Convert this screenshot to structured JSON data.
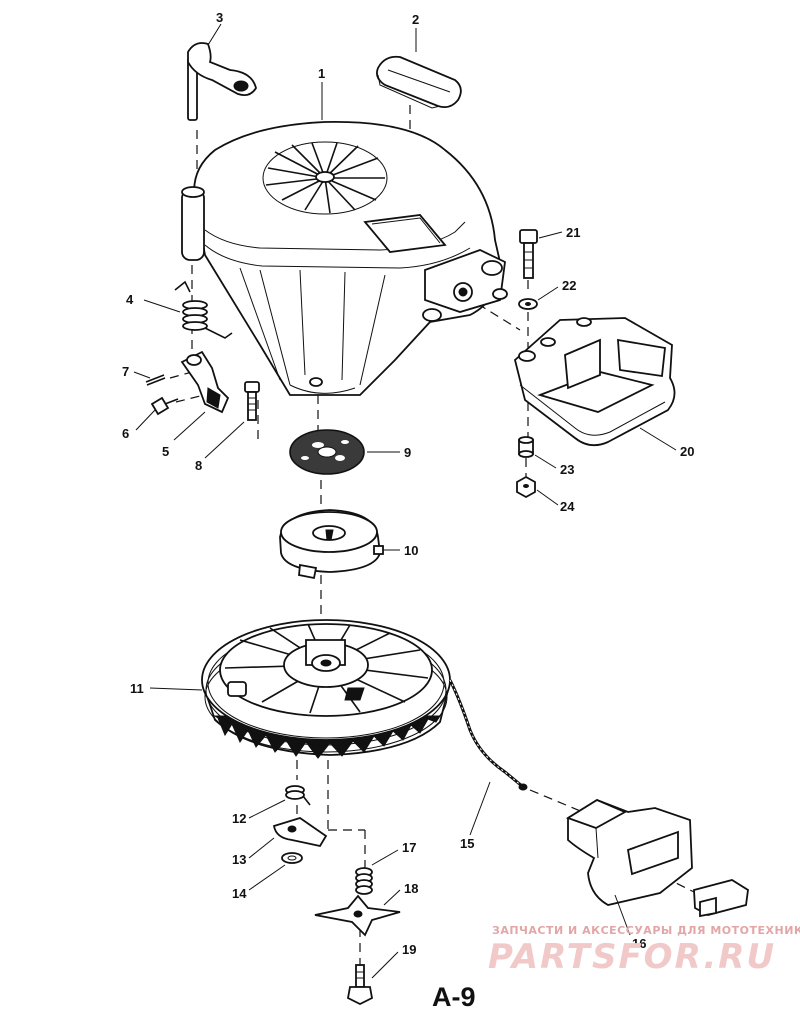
{
  "figure_label": "A-9",
  "watermark": {
    "line1": "ЗАПЧАСТИ И АКСЕССУАРЫ ДЛЯ МОТОТЕХНИКИ",
    "line2": "PARTSFOR.RU"
  },
  "callouts": [
    {
      "id": "c1",
      "text": "1"
    },
    {
      "id": "c2",
      "text": "2"
    },
    {
      "id": "c3",
      "text": "3"
    },
    {
      "id": "c4",
      "text": "4"
    },
    {
      "id": "c5",
      "text": "5"
    },
    {
      "id": "c6",
      "text": "6"
    },
    {
      "id": "c7",
      "text": "7"
    },
    {
      "id": "c8",
      "text": "8"
    },
    {
      "id": "c9",
      "text": "9"
    },
    {
      "id": "c10",
      "text": "10"
    },
    {
      "id": "c11",
      "text": "11"
    },
    {
      "id": "c12",
      "text": "12"
    },
    {
      "id": "c13",
      "text": "13"
    },
    {
      "id": "c14",
      "text": "14"
    },
    {
      "id": "c15",
      "text": "15"
    },
    {
      "id": "c16",
      "text": "16"
    },
    {
      "id": "c17",
      "text": "17"
    },
    {
      "id": "c18",
      "text": "18"
    },
    {
      "id": "c19",
      "text": "19"
    },
    {
      "id": "c20",
      "text": "20"
    },
    {
      "id": "c21",
      "text": "21"
    },
    {
      "id": "c22",
      "text": "22"
    },
    {
      "id": "c23",
      "text": "23"
    },
    {
      "id": "c24",
      "text": "24"
    }
  ]
}
